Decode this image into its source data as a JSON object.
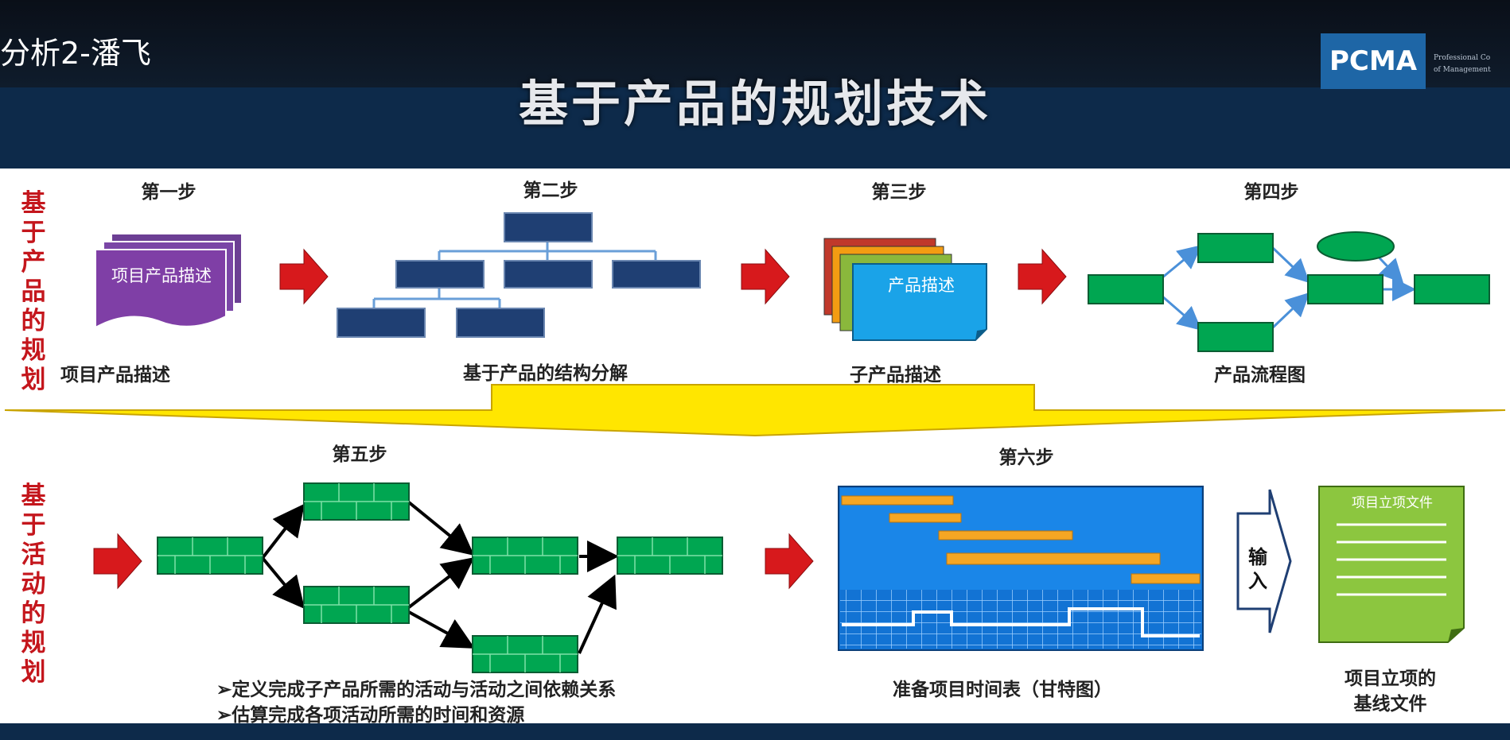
{
  "header": {
    "video_title": "分析2-潘飞",
    "slide_title": "基于产品的规划技术",
    "logo_text": "PCMA",
    "logo_subtext_line1": "Professional Co",
    "logo_subtext_line2": "of Management"
  },
  "left_labels": {
    "product": "基于产品的规划",
    "activity": "基于活动的规划"
  },
  "steps": {
    "s1": "第一步",
    "s2": "第二步",
    "s3": "第三步",
    "s4": "第四步",
    "s5": "第五步",
    "s6": "第六步"
  },
  "captions": {
    "c1": "项目产品描述",
    "c2": "基于产品的结构分解",
    "c3": "子产品描述",
    "c4": "产品流程图",
    "c6": "准备项目时间表（甘特图）",
    "c7_line1": "项目立项的",
    "c7_line2": "基线文件"
  },
  "box_texts": {
    "project_product_desc": "项目产品描述",
    "sub_product_desc": "产品描述",
    "input": "输入",
    "doc_title": "项目立项文件"
  },
  "bullets": [
    "➢定义完成子产品所需的活动与活动之间依赖关系",
    "➢估算完成各项活动所需的时间和资源"
  ],
  "colors": {
    "navy": "#1f3f73",
    "green": "#00a651",
    "red_arrow": "#d7191c",
    "gantt_bar": "#f5a623",
    "gantt_bg": "#1273d4",
    "label_red": "#c4161c",
    "doc_green": "#8cc63f"
  }
}
